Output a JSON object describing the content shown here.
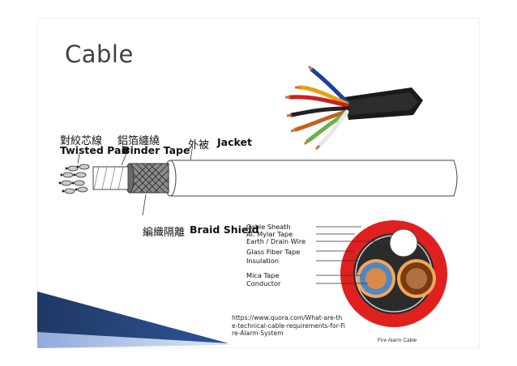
{
  "slide": {
    "title": "Cable"
  },
  "cable_diagram": {
    "twisted_pair_cjk": "對絞芯線",
    "twisted_pair_en": "Twisted Pair",
    "binder_tape_cjk": "鋁箔纏繞",
    "binder_tape_en": "Binder Tape",
    "jacket_cjk": "外被",
    "jacket_en": "Jacket",
    "braid_shield_cjk": "編織隔離",
    "braid_shield_en": "Braid Shield"
  },
  "fire_alarm_diagram": {
    "labels": [
      "Cable Sheath",
      "Al. Mylar Tape",
      "Earth / Drain Wire",
      "Glass Fiber Tape",
      "Insulation",
      "Mica Tape",
      "Conductor"
    ],
    "caption": "Fire Alarm Cable"
  },
  "source_url": "https://www.quora.com/What-are-the-technical-cable-requirements-for-Fire-Alarm-System",
  "colors": {
    "title": "#404040",
    "accent_dark": "#1f3864",
    "accent_light": "#8faadc",
    "sheath_red": "#e0201e",
    "inner_dark": "#2b2b2b",
    "conductor_blue": "#4f86c6",
    "conductor_brown": "#b07040"
  }
}
